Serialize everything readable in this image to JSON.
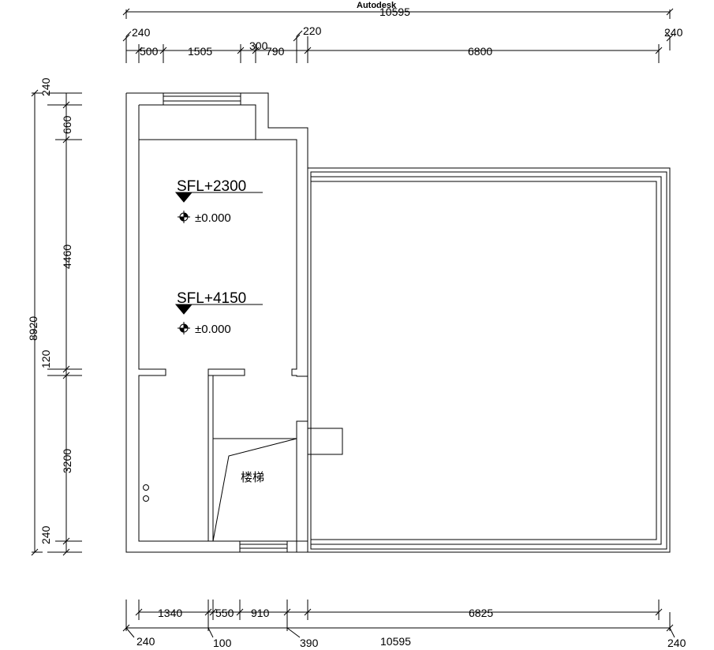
{
  "watermark": "Autodesk",
  "dimensions": {
    "top_overall": "10595",
    "top_left_wall": "240",
    "top_mid_wall": "220",
    "top_right_wall": "240",
    "top_segments": [
      "500",
      "1505",
      "300",
      "790",
      "6800"
    ],
    "left_overall": "8920",
    "left_segments": [
      "240",
      "660",
      "4460",
      "120",
      "3200",
      "240"
    ],
    "bottom_segments": [
      "1340",
      "550",
      "910",
      "6825"
    ],
    "bottom_left_wall": "240",
    "bottom_a": "100",
    "bottom_b": "390",
    "bottom_overall": "10595",
    "bottom_right_wall": "240"
  },
  "levels": [
    {
      "label": "SFL+2300",
      "elevation": "±0.000"
    },
    {
      "label": "SFL+4150",
      "elevation": "±0.000"
    }
  ],
  "stair_label": "楼梯"
}
